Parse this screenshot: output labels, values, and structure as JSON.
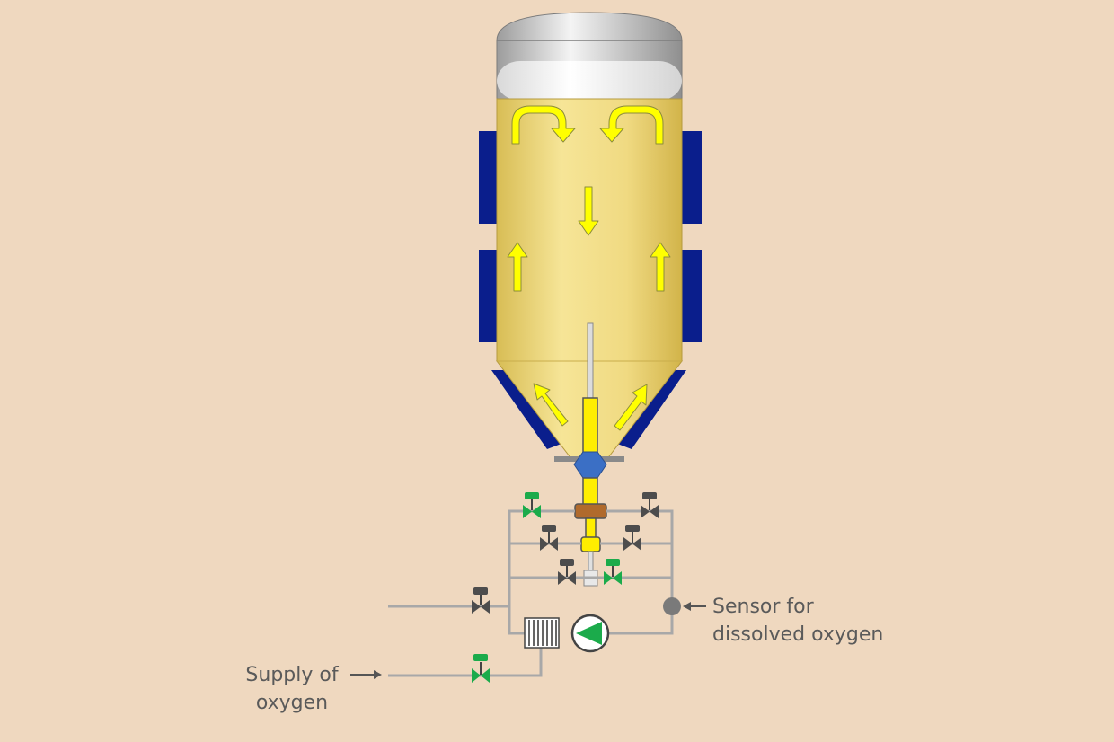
{
  "labels": {
    "sensor_line1": "Sensor for",
    "sensor_line2": "dissolved oxygen",
    "supply_line1": "Supply of",
    "supply_line2": "oxygen"
  },
  "colors": {
    "background": "#efd8bf",
    "beer": "#f1dc86",
    "foam": "#f3f3f3",
    "cooling_jacket": "#0a1e8c",
    "flow_arrow": "#ffff00",
    "pipe": "#a8a8a8",
    "valve_open": "#1bab4b",
    "valve_closed": "#4d4d4d",
    "pump": "#1bab4b",
    "sensor": "#7a7a7a",
    "label_text": "#5a5a5a"
  }
}
